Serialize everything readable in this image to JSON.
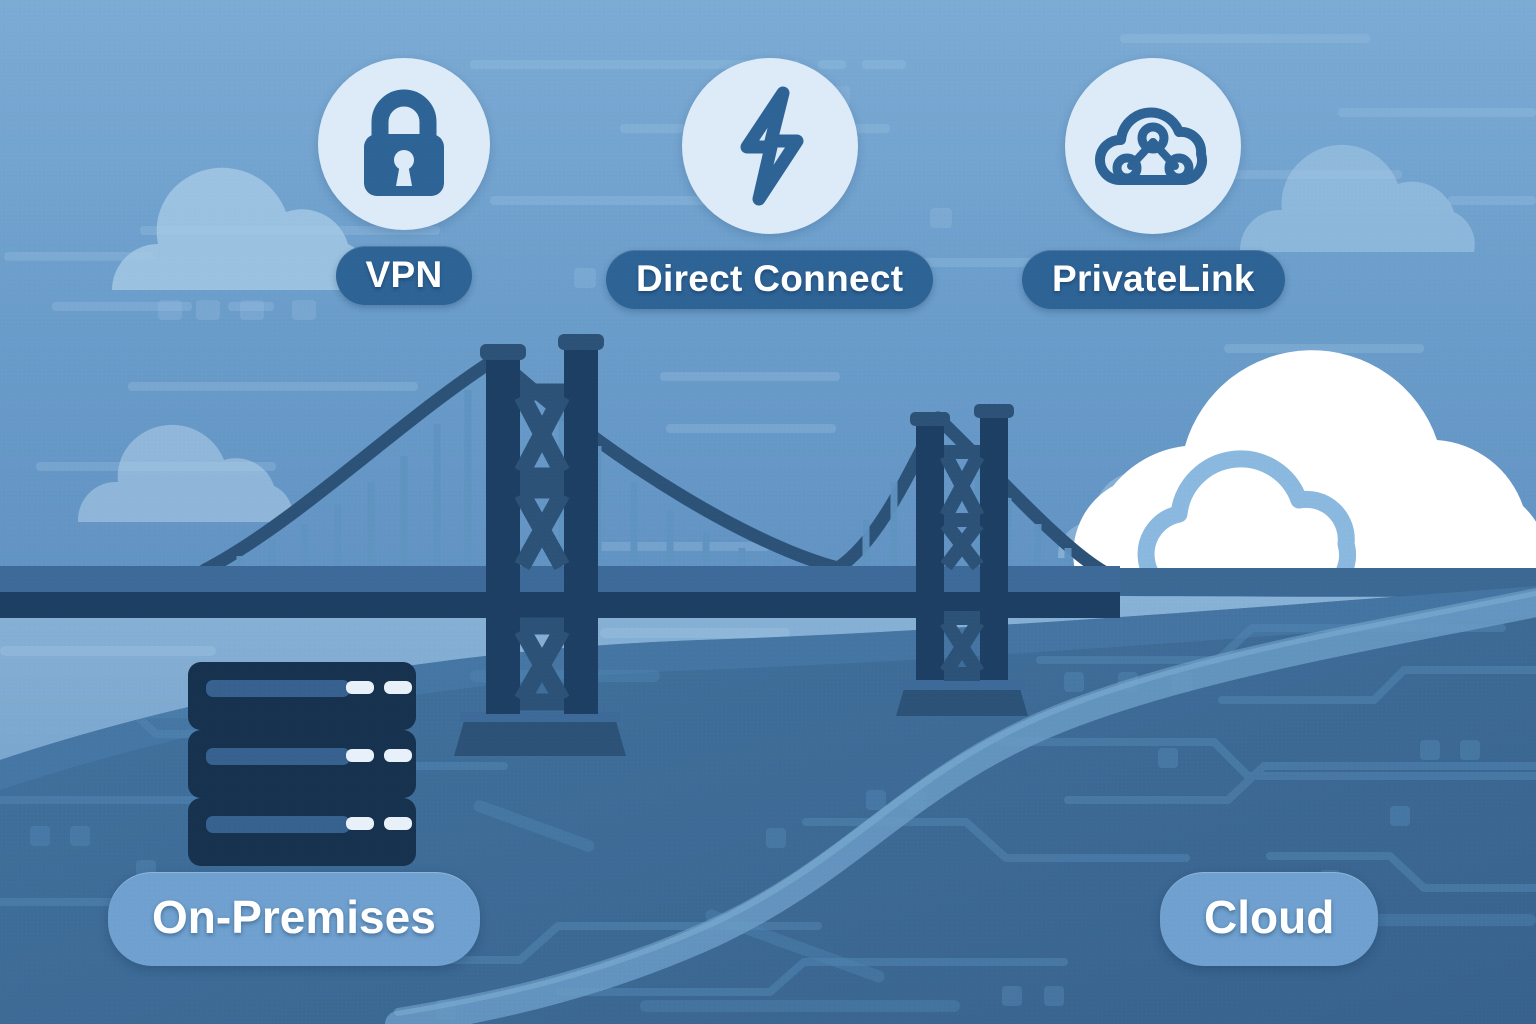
{
  "illustration": {
    "title": "Hybrid Cloud Connectivity Bridge",
    "alt": "Bridge spanning from on-premises servers to a cloud, with VPN, Direct Connect and PrivateLink connectivity options"
  },
  "connectivity_options": [
    {
      "id": "vpn",
      "label": "VPN",
      "icon": "lock-icon"
    },
    {
      "id": "direct-connect",
      "label": "Direct Connect",
      "icon": "lightning-bolt-icon"
    },
    {
      "id": "privatelink",
      "label": "PrivateLink",
      "icon": "cloud-network-nodes-icon"
    }
  ],
  "zones": {
    "left": {
      "id": "on-premises",
      "label": "On-Premises",
      "icon": "server-stack-icon"
    },
    "right": {
      "id": "cloud",
      "label": "Cloud",
      "icon": "cloud-icon"
    }
  },
  "scene_elements": {
    "bridge": "suspension-bridge",
    "towers": 2,
    "server_units": 3,
    "sky_clouds": 4,
    "road": "winding-path"
  },
  "colors": {
    "sky": "#6699c8",
    "sky_top": "#7ba9d2",
    "water": "#7fa9cf",
    "water_dark": "#2e5c88",
    "land": "#3e6d9e",
    "land_dark": "#39658f",
    "bridge_dark": "#1d3f63",
    "bridge_mid": "#2c5278",
    "bridge_light": "#3d6a99",
    "server_body": "#16324f",
    "chip_circle": "#dcebf7",
    "chip_badge": "#2e6396",
    "zone_pill": "#6fa0cf",
    "icon_stroke": "#2e6396",
    "cloud_white": "#ffffff",
    "cloud_soft": "#9cc2e0",
    "text_white": "#ffffff"
  }
}
